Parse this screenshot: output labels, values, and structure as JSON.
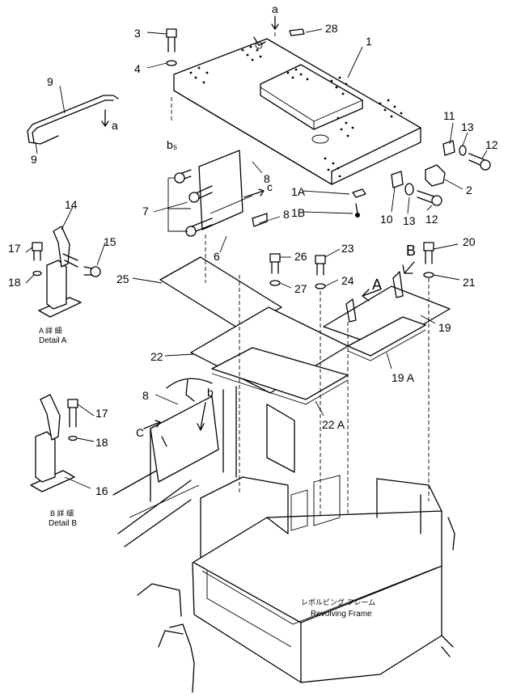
{
  "labels": {
    "l1": "1",
    "l1a": "1A",
    "l1b": "1B",
    "l2": "2",
    "l3": "3",
    "l4": "4",
    "l5": "b₅",
    "l6": "6",
    "l7": "7",
    "l8a": "8",
    "l8b": "8",
    "l8c": "8",
    "l9a": "9",
    "l9b": "9",
    "l10": "10",
    "l11": "11",
    "l12a": "12",
    "l12b": "12",
    "l13a": "13",
    "l13b": "13",
    "l14": "14",
    "l15": "15",
    "l16": "16",
    "l17a": "17",
    "l17b": "17",
    "l18a": "18",
    "l18b": "18",
    "l19": "19",
    "l19a": "19 A",
    "l20": "20",
    "l21": "21",
    "l22": "22",
    "l22a": "22 A",
    "l23": "23",
    "l24": "24",
    "l25": "25",
    "l26": "26",
    "l27": "27",
    "l28": "28",
    "ref_a1": "a",
    "ref_a2": "a",
    "ref_b1": "b",
    "ref_c1": "c",
    "ref_c2": "C",
    "ref_A": "A",
    "ref_B": "B"
  },
  "details": {
    "a_jp": "A 詳 細",
    "a_en": "Detail A",
    "b_jp": "B 詳 細",
    "b_en": "Detail B"
  },
  "frame": {
    "jp": "レボルビング フレーム",
    "en": "Revolving Frame"
  }
}
